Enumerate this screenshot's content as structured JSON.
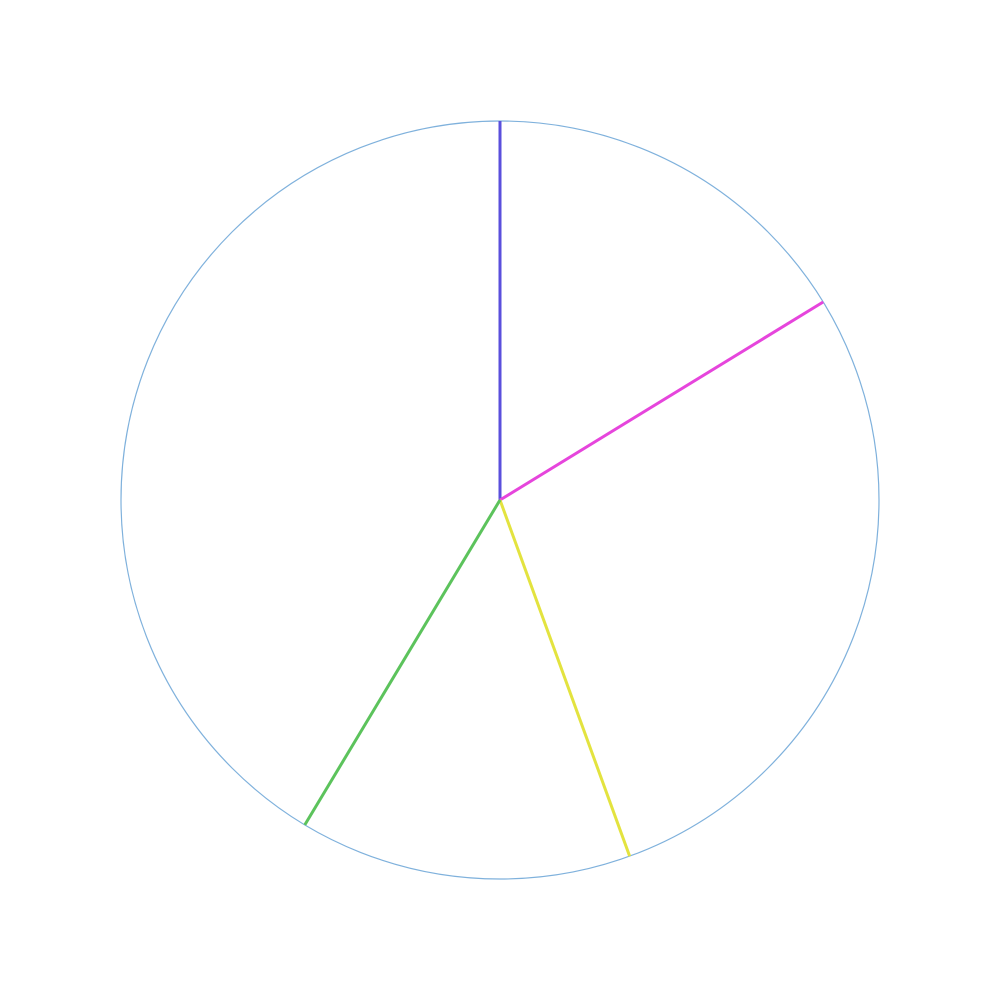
{
  "diagram": {
    "circle_color": "#7fb1dc",
    "background_color": "#ffffff",
    "radii": [
      {
        "name": "radius-line-top",
        "angle_deg_clockwise_from_top": 0,
        "color": "#5a4fdc"
      },
      {
        "name": "radius-line-upper-right",
        "angle_deg_clockwise_from_top": 58.5,
        "color": "#e645dc"
      },
      {
        "name": "radius-line-lower-right",
        "angle_deg_clockwise_from_top": 160,
        "color": "#e3e33f"
      },
      {
        "name": "radius-line-lower-left",
        "angle_deg_clockwise_from_top": 211,
        "color": "#5cc35c"
      }
    ]
  }
}
